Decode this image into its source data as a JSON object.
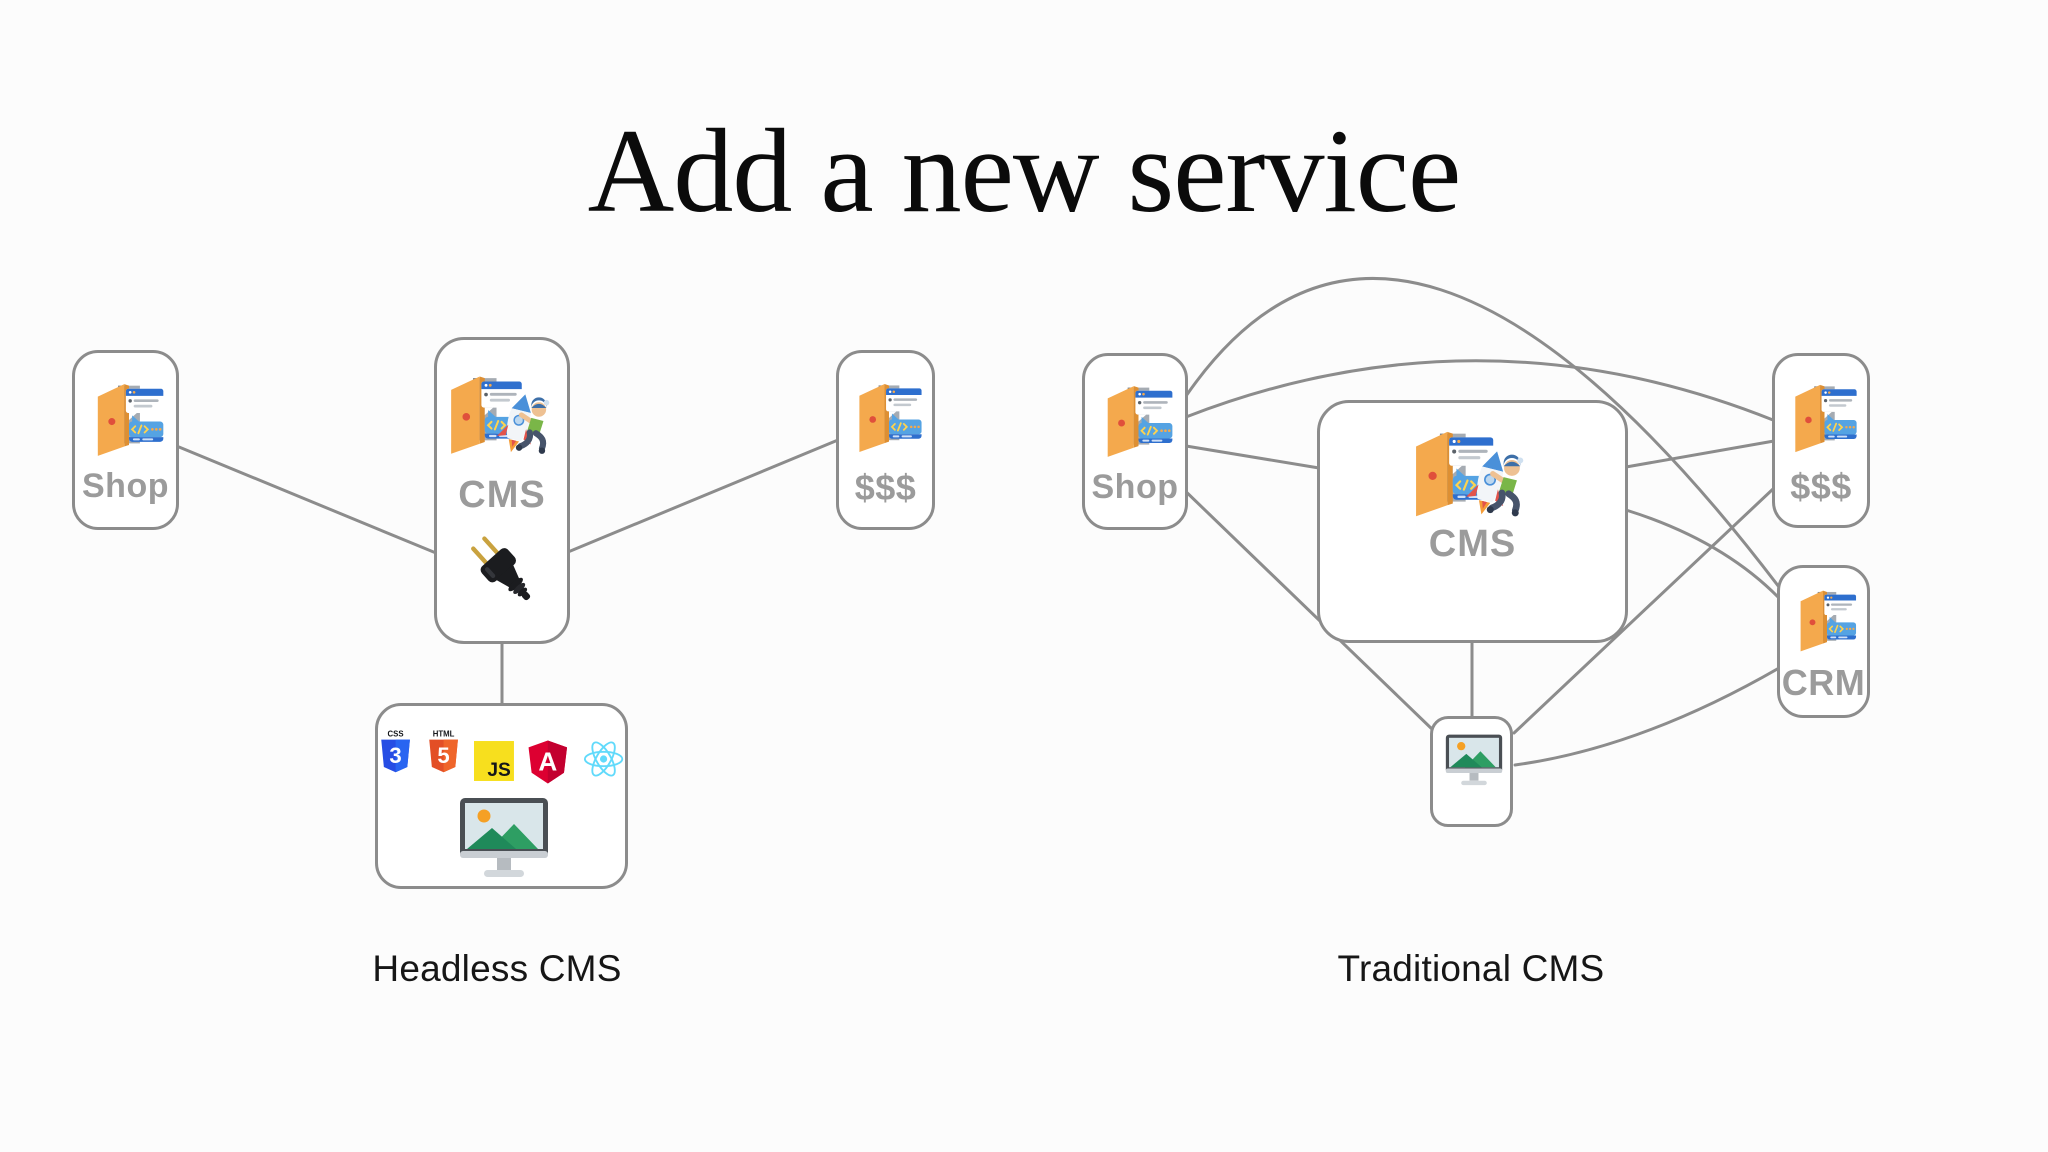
{
  "title": "Add a new service",
  "left": {
    "caption": "Headless CMS",
    "shop_label": "Shop",
    "cms_label": "CMS",
    "money_label": "$$$",
    "frontend": {
      "css_label": "CSS",
      "css_glyph": "3",
      "html_label": "HTML",
      "html_glyph": "5",
      "js_label": "JS",
      "angular_label": "A"
    }
  },
  "right": {
    "caption": "Traditional CMS",
    "shop_label": "Shop",
    "cms_label": "CMS",
    "money_label": "$$$",
    "crm_label": "CRM"
  },
  "icons": {
    "door": "open-door-api",
    "rocketman": "person-carrying-rocket",
    "plug": "electric-plug",
    "monitor": "desktop-monitor-with-picture",
    "css": "css3-shield",
    "html": "html5-shield",
    "js": "javascript-square",
    "angular": "angular-shield",
    "react": "react-atom"
  },
  "colors": {
    "background": "#fcfcfc",
    "wire_gray": "#8c8c8c",
    "node_border": "#8c8c8c",
    "node_label": "#9b9b9b",
    "caption_text": "#161616",
    "door_orange": "#f4a94d",
    "browser_blue": "#2e6fce",
    "code_blue": "#55a3e3",
    "css_blue": "#264de4",
    "html_orange": "#e34f26",
    "js_yellow": "#f7df1e",
    "angular_red": "#dd0031",
    "react_cyan": "#61dafb"
  }
}
